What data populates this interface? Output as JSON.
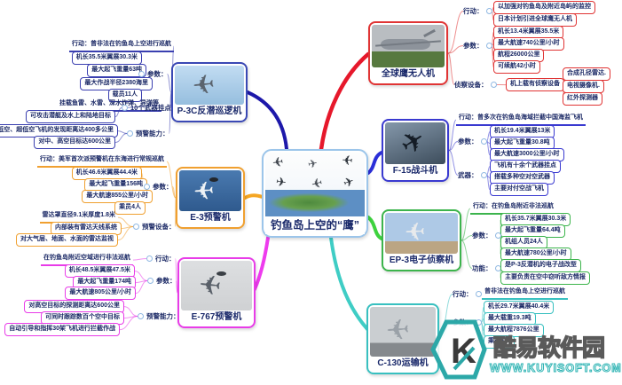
{
  "center": {
    "title": "钓鱼岛上空的“鹰”"
  },
  "branches": {
    "p3c": {
      "name": "P-3C反潜巡逻机",
      "action": "行动：曾非法在钓鱼岛上空进行巡航",
      "params_label": "参数：",
      "params": [
        "机长35.5米翼展30.3米",
        "最大起飞重量63吨",
        "最大作战半径2380海里",
        "载员11人"
      ],
      "weapons_label": "10个武器挂点",
      "weapons": [
        "挂载鱼雷、水雷、深水炸弹、导弹等",
        "可攻击潜艇及水上和陆地目标"
      ],
      "alert_label": "预警能力：",
      "alert": [
        "对低空、超低空飞机的发现距离达400多公里",
        "对中、高空目标达600公里"
      ]
    },
    "e3": {
      "name": "E-3预警机",
      "action": "行动：美军首次派预警机在东海进行常规巡航",
      "params_label": "参数：",
      "params": [
        "机长46.6米翼展44.4米",
        "最大起飞重量156吨",
        "最大航速855公里/小时",
        "乘员4人"
      ],
      "device_label": "预警设备：",
      "device": [
        "雷达罩直径9.1米厚度1.8米",
        "内部装有雷达天线系统",
        "对大气层、地面、水面的雷达监视"
      ]
    },
    "e767": {
      "name": "E-767预警机",
      "action_label": "行动：",
      "action": "在钓鱼岛附近空域进行非法巡航",
      "params_label": "参数：",
      "params": [
        "机长48.5米翼展47.5米",
        "最大起飞重量174吨",
        "最大航速805公里/小时"
      ],
      "alert_label": "预警能力：",
      "alert": [
        "对高空目标的探测距离达600公里",
        "可同时跟踪数百个空中目标",
        "自动引导和指挥30架飞机进行拦截作战"
      ]
    },
    "globalhawk": {
      "name": "全球鹰无人机",
      "action_label": "行动：",
      "action": [
        "以加强对钓鱼岛及附近岛屿的监控",
        "日本计划引进全球鹰无人机"
      ],
      "params_label": "参数：",
      "params": [
        "机长13.4米翼展35.5米",
        "最大航速740公里/小时",
        "航程26000公里",
        "可续航42小时"
      ],
      "recon_label": "侦察设备：",
      "recon_mid": "机上载有侦察设备",
      "recon": [
        "合成孔径雷达.",
        "电视摄像机.",
        "红外探测器"
      ]
    },
    "f15": {
      "name": "F-15战斗机",
      "action": "行动：曾多次在钓鱼岛海域拦截中国海监飞机",
      "params_label": "参数：",
      "params": [
        "机长19.4米翼展13米",
        "最大起飞重量30.8吨",
        "最大航速3000公里/小时"
      ],
      "weapons_label": "武器：",
      "weapons": [
        "飞机有十余个武器挂点",
        "搭载多种空对空武器",
        "主要对付空战飞机"
      ]
    },
    "ep3": {
      "name": "EP-3电子侦察机",
      "action": "行动：在钓鱼岛附近非法巡航",
      "params_label": "参数：",
      "params": [
        "机长35.7米翼展30.3米",
        "最大起飞重量64.4吨",
        "机组人员24人",
        "最大航速780公里/小时"
      ],
      "func_label": "功能：",
      "func": [
        "是P-3反潜机的电子战改型",
        "主要负责在空中窃听敌方情报"
      ]
    },
    "c130": {
      "name": "C-130运输机",
      "action_label": "行动：",
      "action": "曾非法在钓鱼岛上空进行巡航",
      "params_label": "参数：",
      "params": [
        "机长29.7米翼展40.4米",
        "最大载重19.3吨",
        "最大航程7876公里",
        "乘员5人"
      ]
    }
  },
  "watermark": {
    "letter": "K",
    "name": "酷易软件园",
    "url": "WWW.KUYISOFT.COM"
  },
  "colors": {
    "p3c": "#3a3fb0",
    "p3c_curve": "#1d18aa",
    "e3": "#f0a030",
    "e3_curve": "#f5a623",
    "e767": "#e83ce8",
    "e767_curve": "#ee3bee",
    "globalhawk": "#e03434",
    "globalhawk_curve": "#e6182b",
    "f15": "#3a3ad0",
    "f15_curve": "#2b2fd8",
    "ep3": "#3cb44c",
    "ep3_curve": "#3ed23e",
    "c130": "#38c0c0",
    "c130_curve": "#3fcdc5",
    "center_border": "#9cc5ea"
  }
}
